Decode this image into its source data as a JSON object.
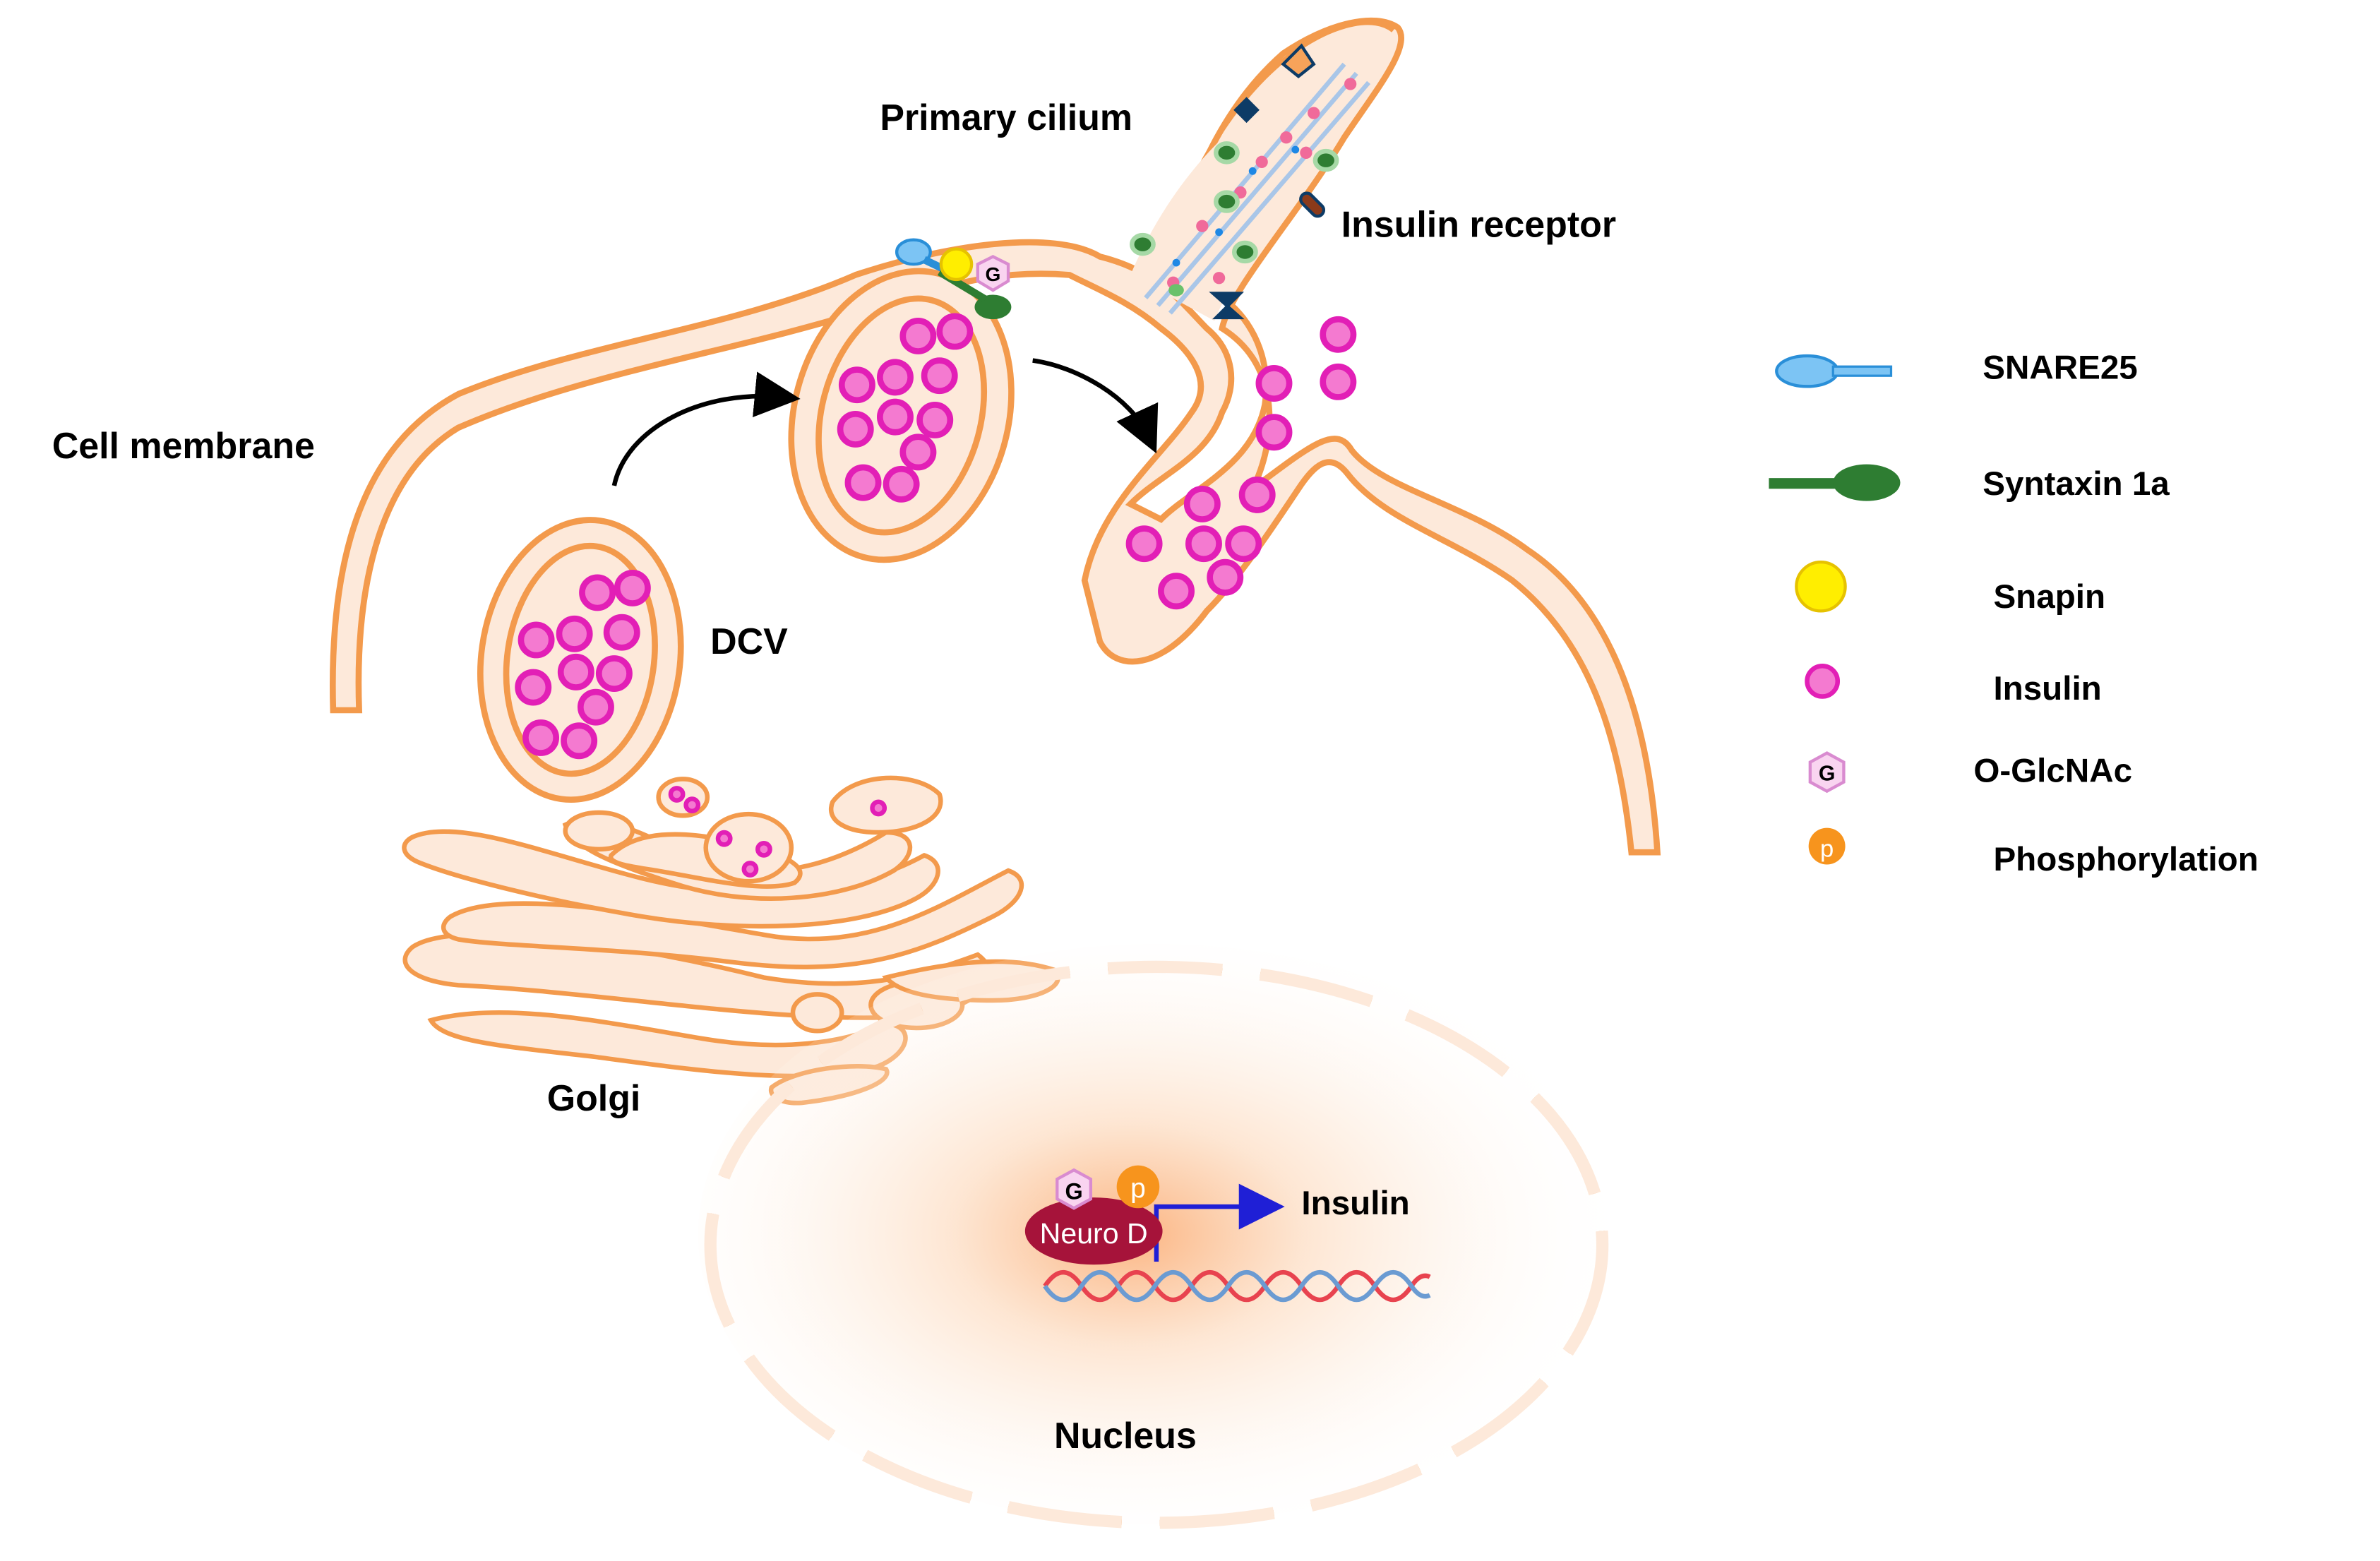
{
  "labels": {
    "primary_cilium": "Primary cilium",
    "insulin_receptor": "Insulin receptor",
    "cell_membrane": "Cell membrane",
    "dcv": "DCV",
    "golgi": "Golgi",
    "nucleus": "Nucleus",
    "neuro_d": "Neuro D",
    "gene_insulin": "Insulin",
    "g_mark": "G",
    "p_mark": "p"
  },
  "legend": [
    {
      "icon": "snare25-icon",
      "label": "SNARE25",
      "color": "#7cc4f4"
    },
    {
      "icon": "syntaxin-1a-icon",
      "label": "Syntaxin 1a",
      "color": "#2e7d32"
    },
    {
      "icon": "snapin-icon",
      "label": "Snapin",
      "color": "#ffee00"
    },
    {
      "icon": "insulin-icon",
      "label": "Insulin",
      "color": "#f47ad0"
    },
    {
      "icon": "o-glcnac-icon",
      "label": "O-GlcNAc",
      "glyph": "G",
      "color": "#f9d4f0"
    },
    {
      "icon": "phosphorylation-icon",
      "label": "Phosphorylation",
      "glyph": "p",
      "color": "#f7941d"
    }
  ],
  "colors": {
    "membrane_fill": "#fde9da",
    "membrane_stroke": "#f39a4c",
    "insulin_fill": "#f47ad0",
    "neuro_d": "#a6133a",
    "arrow_blue": "#1f1fd6",
    "dna_red": "#e8434f",
    "dna_blue": "#6b9bd2"
  }
}
